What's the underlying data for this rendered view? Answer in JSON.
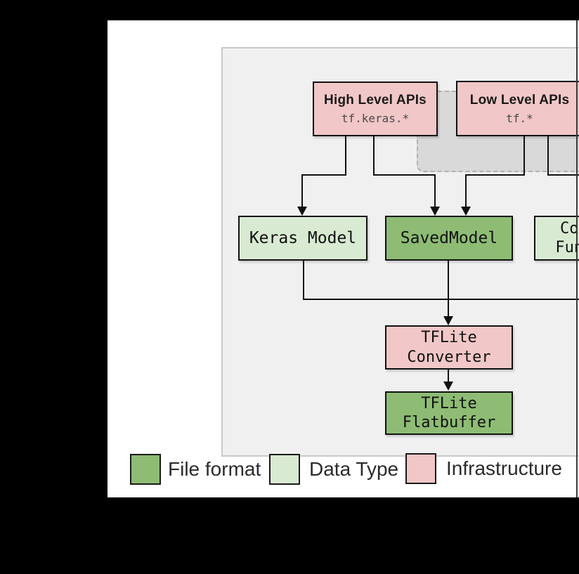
{
  "figure": {
    "nodes": {
      "high_level_apis": {
        "title": "High Level APIs",
        "subtitle": "tf.keras.*",
        "category": "infrastructure"
      },
      "low_level_apis": {
        "title": "Low Level APIs",
        "subtitle": "tf.*",
        "category": "infrastructure"
      },
      "keras_model": {
        "label": "Keras Model",
        "category": "data_type"
      },
      "saved_model": {
        "label": "SavedModel",
        "category": "file_format"
      },
      "concrete_functions": {
        "label": "Concrete\nFunctions",
        "category": "data_type"
      },
      "tflite_converter": {
        "label": "TFLite\nConverter",
        "category": "infrastructure"
      },
      "tflite_flatbuffer": {
        "label": "TFLite\nFlatbuffer",
        "category": "file_format"
      }
    },
    "edges": [
      {
        "from": "high_level_apis",
        "to": "keras_model"
      },
      {
        "from": "high_level_apis",
        "to": "saved_model"
      },
      {
        "from": "low_level_apis",
        "to": "saved_model"
      },
      {
        "from": "low_level_apis",
        "to": "concrete_functions"
      },
      {
        "from": "keras_model",
        "to": "tflite_converter"
      },
      {
        "from": "saved_model",
        "to": "tflite_converter"
      },
      {
        "from": "concrete_functions",
        "to": "tflite_converter"
      },
      {
        "from": "tflite_converter",
        "to": "tflite_flatbuffer"
      }
    ]
  },
  "legend": {
    "items": [
      {
        "label": "File format",
        "color": "#8ebc74"
      },
      {
        "label": "Data Type",
        "color": "#d9ead3"
      },
      {
        "label": "Infrastructure",
        "color": "#f1c7c7"
      }
    ]
  },
  "colors": {
    "file_format": "#8ebc74",
    "data_type": "#d9ead3",
    "infrastructure": "#f1c7c7",
    "group_background": "#d9d9d9",
    "diagram_background": "#f0f0f0",
    "line": "#111111"
  }
}
